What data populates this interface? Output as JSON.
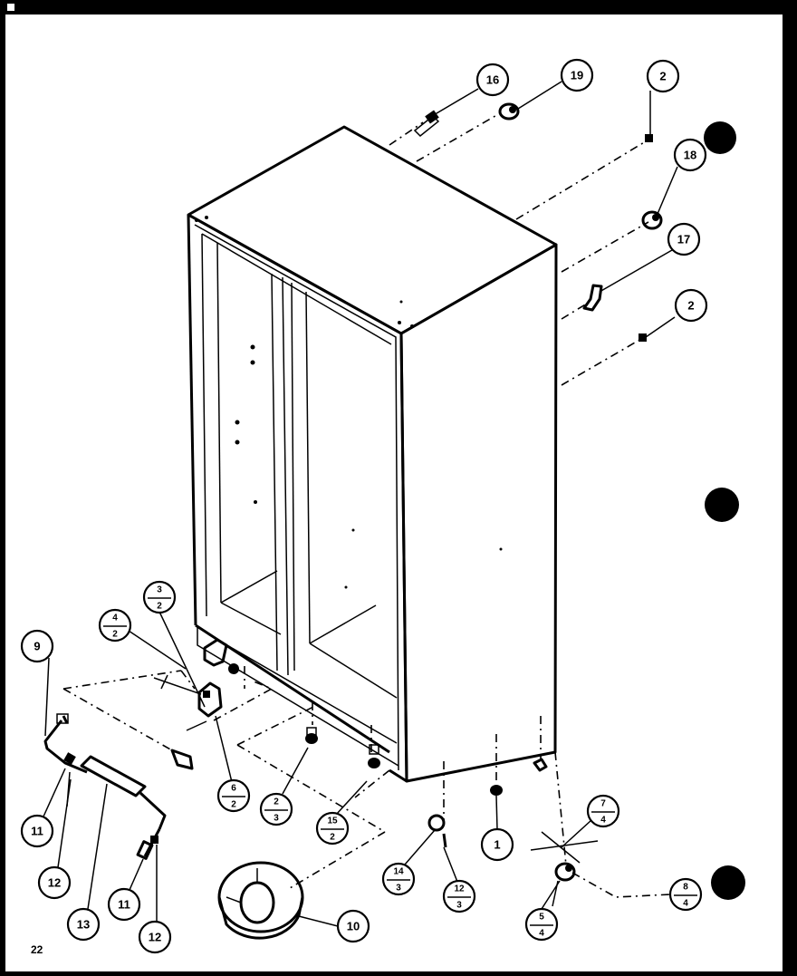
{
  "page_number": "22",
  "callouts": [
    {
      "id": "c16",
      "text": "16"
    },
    {
      "id": "c19",
      "text": "19"
    },
    {
      "id": "c2a",
      "text": "2"
    },
    {
      "id": "c18",
      "text": "18"
    },
    {
      "id": "c17",
      "text": "17"
    },
    {
      "id": "c2b",
      "text": "2"
    },
    {
      "id": "c9",
      "text": "9"
    },
    {
      "id": "c11a",
      "text": "11"
    },
    {
      "id": "c12a",
      "text": "12"
    },
    {
      "id": "c13",
      "text": "13"
    },
    {
      "id": "c11b",
      "text": "11"
    },
    {
      "id": "c12b",
      "text": "12"
    },
    {
      "id": "c10",
      "text": "10"
    },
    {
      "id": "c1",
      "text": "1"
    }
  ],
  "fraction_callouts": [
    {
      "id": "f3_2",
      "top": "3",
      "bottom": "2"
    },
    {
      "id": "f4_2",
      "top": "4",
      "bottom": "2"
    },
    {
      "id": "f6_2",
      "top": "6",
      "bottom": "2"
    },
    {
      "id": "f2_3",
      "top": "2",
      "bottom": "3"
    },
    {
      "id": "f15_2",
      "top": "15",
      "bottom": "2"
    },
    {
      "id": "f14_3",
      "top": "14",
      "bottom": "3"
    },
    {
      "id": "f12_3",
      "top": "12",
      "bottom": "3"
    },
    {
      "id": "f7_4",
      "top": "7",
      "bottom": "4"
    },
    {
      "id": "f8_4",
      "top": "8",
      "bottom": "4"
    },
    {
      "id": "f5_4",
      "top": "5",
      "bottom": "4"
    }
  ]
}
